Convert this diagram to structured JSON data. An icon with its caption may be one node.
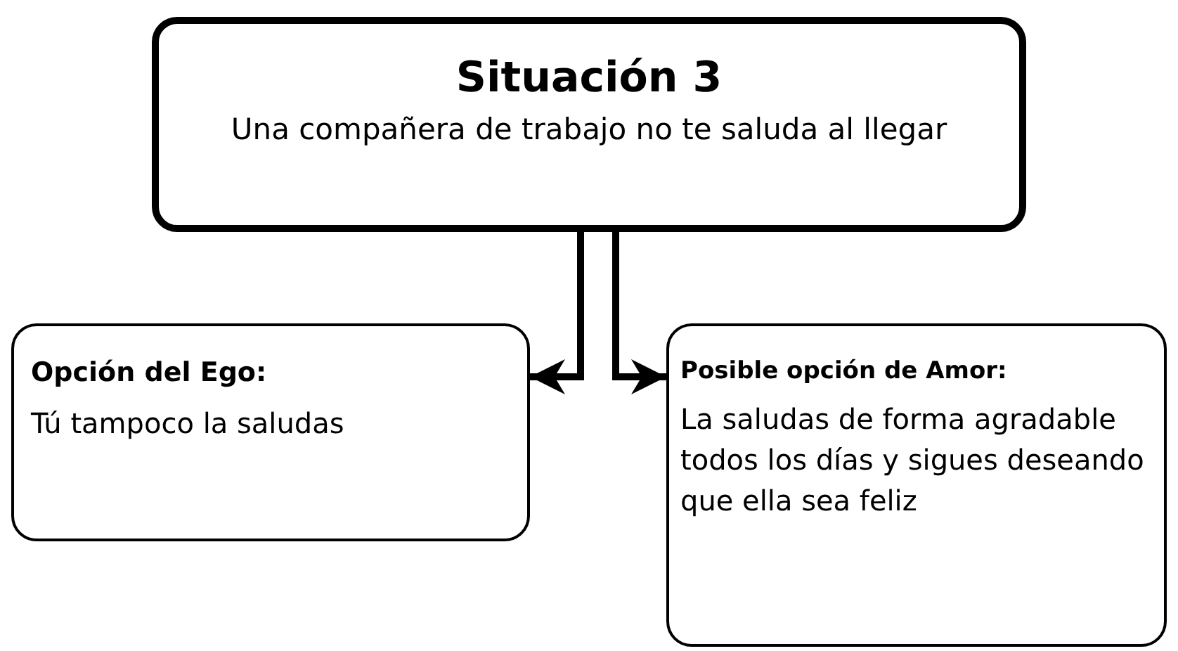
{
  "diagram": {
    "nodes": [
      {
        "text": [
          "Situación 3",
          "Una compañera de trabajo no te saluda al llegar"
        ]
      },
      {
        "text": [
          "Opción del Ego:",
          "Tú tampoco la saludas"
        ]
      },
      {
        "text": [
          "Posible opción de Amor:",
          "La saludas de forma agradable todos los días y sigues deseando que ella sea feliz"
        ]
      }
    ],
    "edges": [
      {
        "from": 0,
        "to": 1,
        "arrow": "to"
      },
      {
        "from": 0,
        "to": 2,
        "arrow": "to"
      }
    ]
  }
}
